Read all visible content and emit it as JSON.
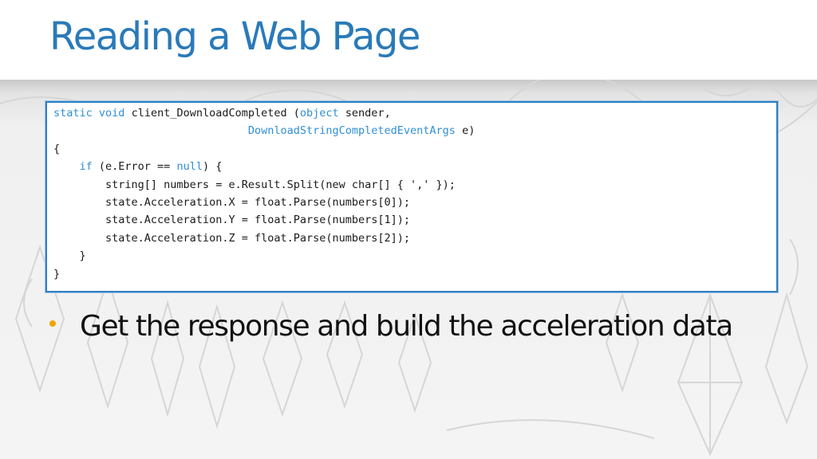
{
  "slide": {
    "title": "Reading a Web Page",
    "accent_color": "#2a7ab8",
    "bullet_color": "#f0a500"
  },
  "code": {
    "lines": [
      [
        {
          "t": "static",
          "k": true
        },
        {
          "t": " "
        },
        {
          "t": "void",
          "k": true
        },
        {
          "t": " client_DownloadCompleted ("
        },
        {
          "t": "object",
          "k": true
        },
        {
          "t": " sender,"
        }
      ],
      [
        {
          "t": "                              "
        },
        {
          "t": "DownloadStringCompletedEventArgs",
          "k": true
        },
        {
          "t": " e)"
        }
      ],
      [
        {
          "t": "{"
        }
      ],
      [
        {
          "t": "    "
        },
        {
          "t": "if",
          "k": true
        },
        {
          "t": " (e.Error == "
        },
        {
          "t": "null",
          "k": true
        },
        {
          "t": ") {"
        }
      ],
      [
        {
          "t": "        string[] numbers = e.Result.Split(new char[] { ',' });"
        }
      ],
      [
        {
          "t": "        state.Acceleration.X = float.Parse(numbers[0]);"
        }
      ],
      [
        {
          "t": "        state.Acceleration.Y = float.Parse(numbers[1]);"
        }
      ],
      [
        {
          "t": "        state.Acceleration.Z = float.Parse(numbers[2]);"
        }
      ],
      [
        {
          "t": "    }"
        }
      ],
      [
        {
          "t": "}"
        }
      ]
    ],
    "keyword_color": "#2f8fd6"
  },
  "bullets": [
    "Get the response and build the acceleration data"
  ]
}
